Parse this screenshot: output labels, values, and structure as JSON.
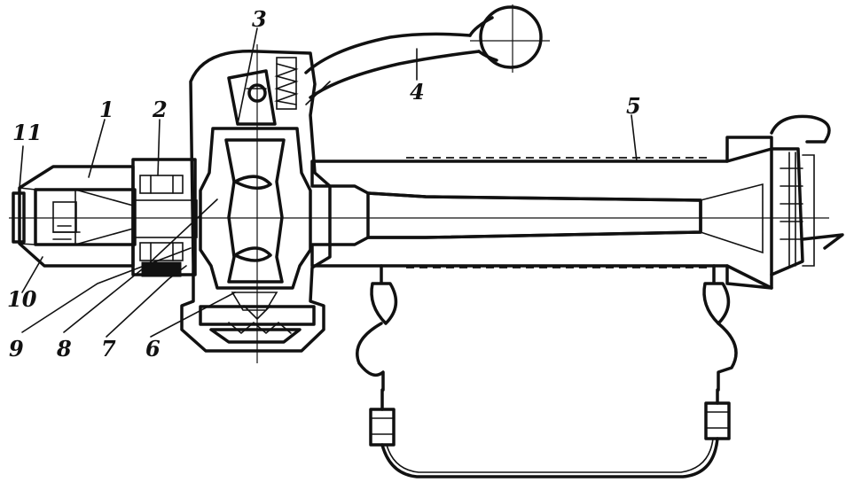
{
  "labels": {
    "l1": "1",
    "l2": "2",
    "l3": "3",
    "l4": "4",
    "l5": "5",
    "l6": "6",
    "l7": "7",
    "l8": "8",
    "l9": "9",
    "l10": "10",
    "l11": "11"
  },
  "colors": {
    "ink": "#111111",
    "background": "#ffffff"
  }
}
